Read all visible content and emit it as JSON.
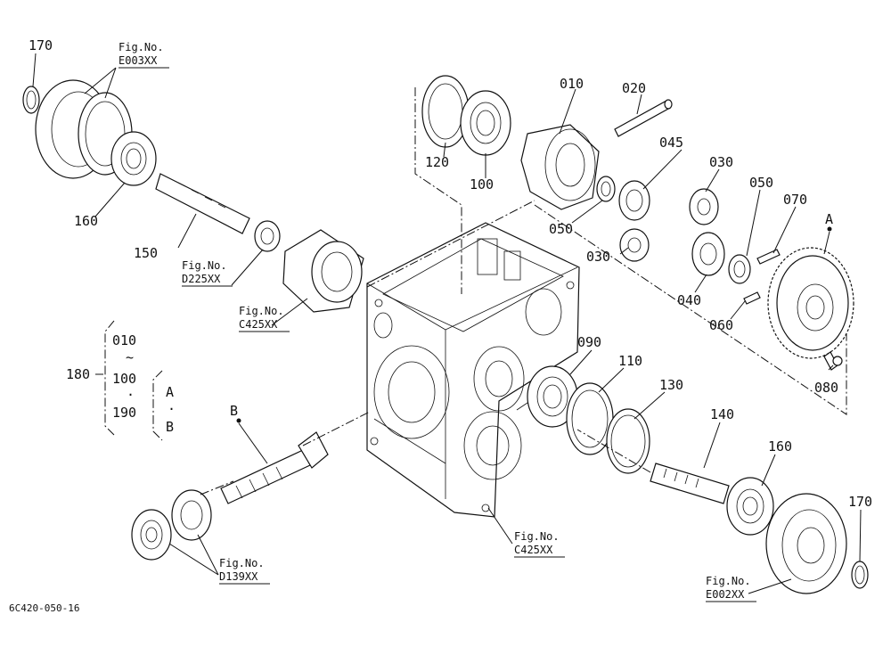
{
  "parts": {
    "p010": "010",
    "p020": "020",
    "p045": "045",
    "p030a": "030",
    "p030b": "030",
    "p050a": "050",
    "p050b": "050",
    "p070": "070",
    "p040": "040",
    "p060": "060",
    "p080": "080",
    "p120": "120",
    "p100": "100",
    "p170a": "170",
    "p160a": "160",
    "p150": "150",
    "p090": "090",
    "p110": "110",
    "p130": "130",
    "p140": "140",
    "p160b": "160",
    "p170b": "170"
  },
  "markers": {
    "a": "A",
    "b": "B"
  },
  "figrefs": {
    "e003": {
      "label": "Fig.No.",
      "code": "E003XX"
    },
    "d225": {
      "label": "Fig.No.",
      "code": "D225XX"
    },
    "c425a": {
      "label": "Fig.No.",
      "code": "C425XX"
    },
    "c425b": {
      "label": "Fig.No.",
      "code": "C425XX"
    },
    "d139": {
      "label": "Fig.No.",
      "code": "D139XX"
    },
    "e002": {
      "label": "Fig.No.",
      "code": "E002XX"
    }
  },
  "legend": {
    "assembly": "180",
    "from": "010",
    "tilde": "~",
    "mid": "100",
    "dot1": "·",
    "to": "190",
    "ma": "A",
    "dot2": "·",
    "mb": "B"
  },
  "caption": "6C420-050-16"
}
